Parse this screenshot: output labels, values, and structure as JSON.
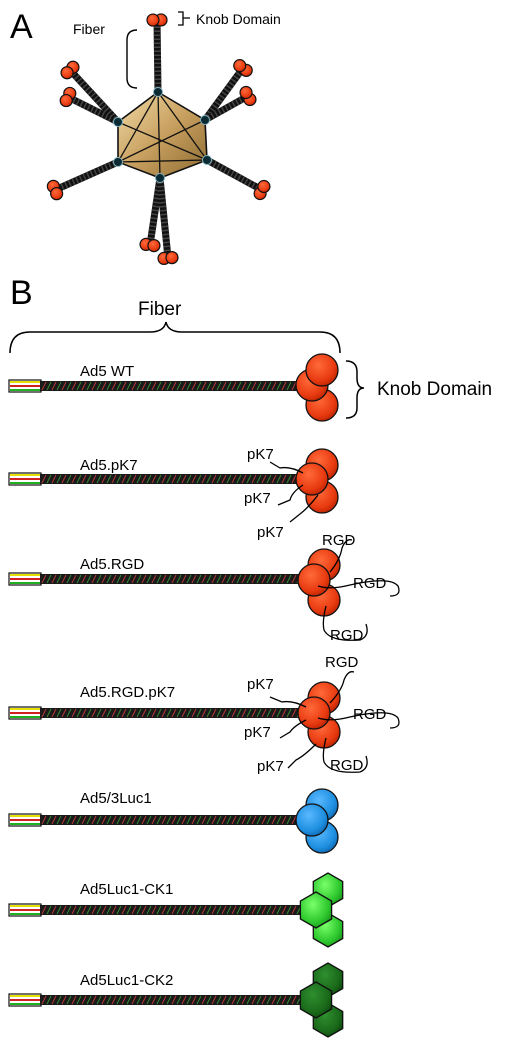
{
  "panel_a": {
    "letter": "A",
    "fiber_label": "Fiber",
    "knob_label": "Knob Domain",
    "colors": {
      "capsid": "#c8a060",
      "capsid_dark": "#8c6a30",
      "knob": "#e83a10",
      "fiber": "#111111"
    }
  },
  "panel_b": {
    "letter": "B",
    "fiber_label": "Fiber",
    "knob_label": "Knob Domain",
    "constructs": [
      {
        "name": "Ad5 WT",
        "knob_shape": "circle",
        "knob_color": "#e83a10",
        "loops": []
      },
      {
        "name": "Ad5.pK7",
        "knob_shape": "circle",
        "knob_color": "#e83a10",
        "loops": [
          "pK7",
          "pK7",
          "pK7"
        ]
      },
      {
        "name": "Ad5.RGD",
        "knob_shape": "circle",
        "knob_color": "#e83a10",
        "loops": [
          "RGD",
          "RGD",
          "RGD"
        ]
      },
      {
        "name": "Ad5.RGD.pK7",
        "knob_shape": "circle",
        "knob_color": "#e83a10",
        "loops": [
          "RGD",
          "RGD",
          "RGD",
          "pK7",
          "pK7",
          "pK7"
        ]
      },
      {
        "name": "Ad5/3Luc1",
        "knob_shape": "circle",
        "knob_color": "#1e8fe0",
        "loops": []
      },
      {
        "name": "Ad5Luc1-CK1",
        "knob_shape": "hexagon",
        "knob_color": "#2ec82e",
        "loops": []
      },
      {
        "name": "Ad5Luc1-CK2",
        "knob_shape": "hexagon",
        "knob_color": "#1a6a1a",
        "loops": []
      }
    ]
  }
}
